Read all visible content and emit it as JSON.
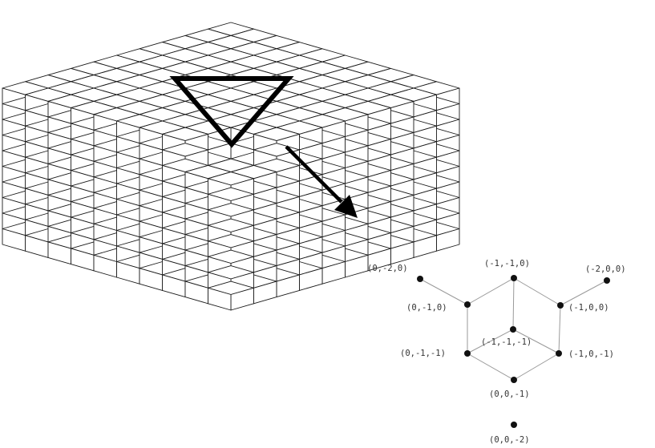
{
  "nodes": [
    {
      "key": "n1",
      "label": "(0,-2,0)"
    },
    {
      "key": "n2",
      "label": "(-1,-1,0)"
    },
    {
      "key": "n3",
      "label": "(-2,0,0)"
    },
    {
      "key": "n4",
      "label": "(0,-1,0)"
    },
    {
      "key": "n5",
      "label": "(-1,0,0)"
    },
    {
      "key": "n6",
      "label": "(-1,-1,-1)"
    },
    {
      "key": "n7",
      "label": "(0,-1,-1)"
    },
    {
      "key": "n8",
      "label": "(-1,0,-1)"
    },
    {
      "key": "n9",
      "label": "(0,0,-1)"
    },
    {
      "key": "n10",
      "label": "(0,0,-2)"
    }
  ],
  "edges": [
    [
      "n1",
      "n4"
    ],
    [
      "n3",
      "n5"
    ],
    [
      "n2",
      "n4"
    ],
    [
      "n2",
      "n5"
    ],
    [
      "n2",
      "n6"
    ],
    [
      "n4",
      "n7"
    ],
    [
      "n5",
      "n8"
    ],
    [
      "n6",
      "n7"
    ],
    [
      "n6",
      "n8"
    ],
    [
      "n7",
      "n9"
    ],
    [
      "n8",
      "n9"
    ]
  ]
}
